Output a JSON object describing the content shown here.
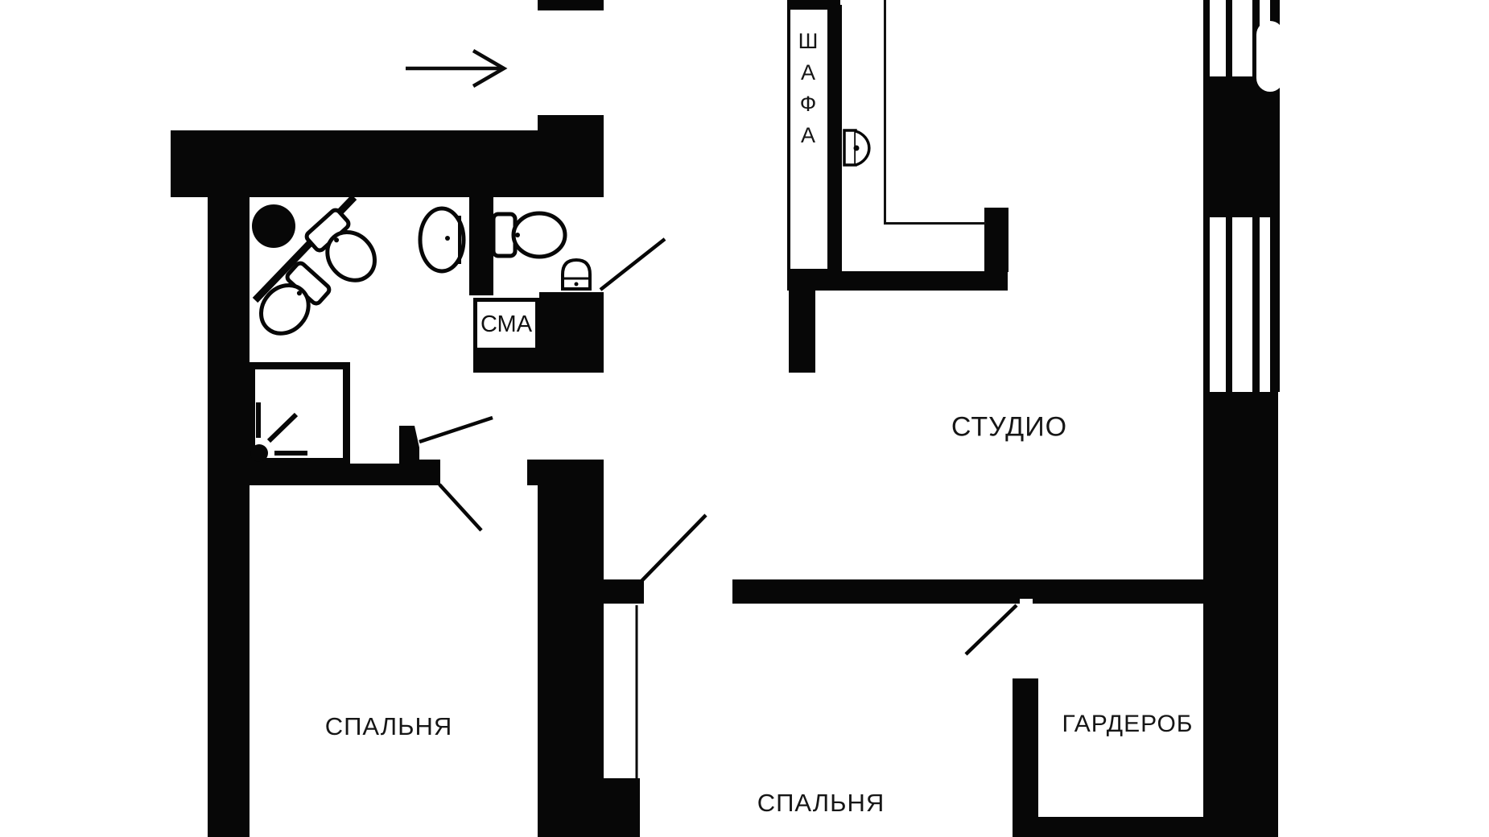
{
  "meta": {
    "kind": "apartment floor plan drawing"
  },
  "colors": {
    "ink": "#070707",
    "paper": "#ffffff"
  },
  "labels": {
    "studio": "СТУДИО",
    "bedroom_left": "СПАЛЬНЯ",
    "bedroom_bottom": "СПАЛЬНЯ",
    "wardrobe_room": "ГАРДЕРОБ",
    "closet": "ШАФА",
    "washing_machine": "СМА"
  },
  "fixtures": [
    "entrance-arrow",
    "column",
    "toilet",
    "toilet",
    "toilet",
    "sink",
    "shower",
    "washing-machine",
    "door-swing",
    "door-leaf",
    "interior-door-symbol",
    "window",
    "window"
  ]
}
